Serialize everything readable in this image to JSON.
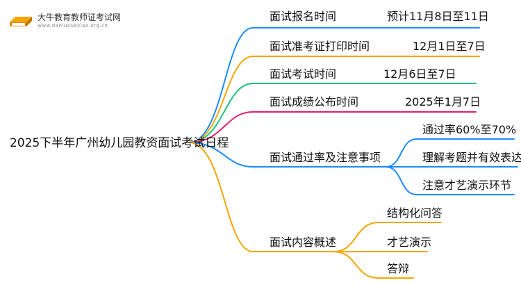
{
  "logo": {
    "title": "大牛教育教师证考试网",
    "url": "www.daniuxuexiao.org.cn"
  },
  "colors": {
    "blue": "#1a8cff",
    "orange": "#f5a500",
    "green": "#19c37d",
    "pink": "#ec1a6b",
    "blue2": "#1a8cff",
    "orange2": "#f5a500"
  },
  "mindmap": {
    "root": "2025下半年广州幼儿园教资面试考试日程",
    "branches": [
      {
        "label": "面试报名时间",
        "value": "预计11月8日至11日",
        "color": "blue",
        "children": []
      },
      {
        "label": "面试准考证打印时间",
        "value": "12月1日至7日",
        "color": "orange",
        "children": []
      },
      {
        "label": "面试考试时间",
        "value": "12月6日至7日",
        "color": "green",
        "children": []
      },
      {
        "label": "面试成绩公布时间",
        "value": "2025年1月7日",
        "color": "pink",
        "children": []
      },
      {
        "label": "面试通过率及注意事项",
        "value": "",
        "color": "blue2",
        "children": [
          "通过率60%至70%",
          "理解考题并有效表达",
          "注意才艺演示环节"
        ]
      },
      {
        "label": "面试内容概述",
        "value": "",
        "color": "orange2",
        "children": [
          "结构化问答",
          "才艺演示",
          "答辩"
        ]
      }
    ]
  }
}
